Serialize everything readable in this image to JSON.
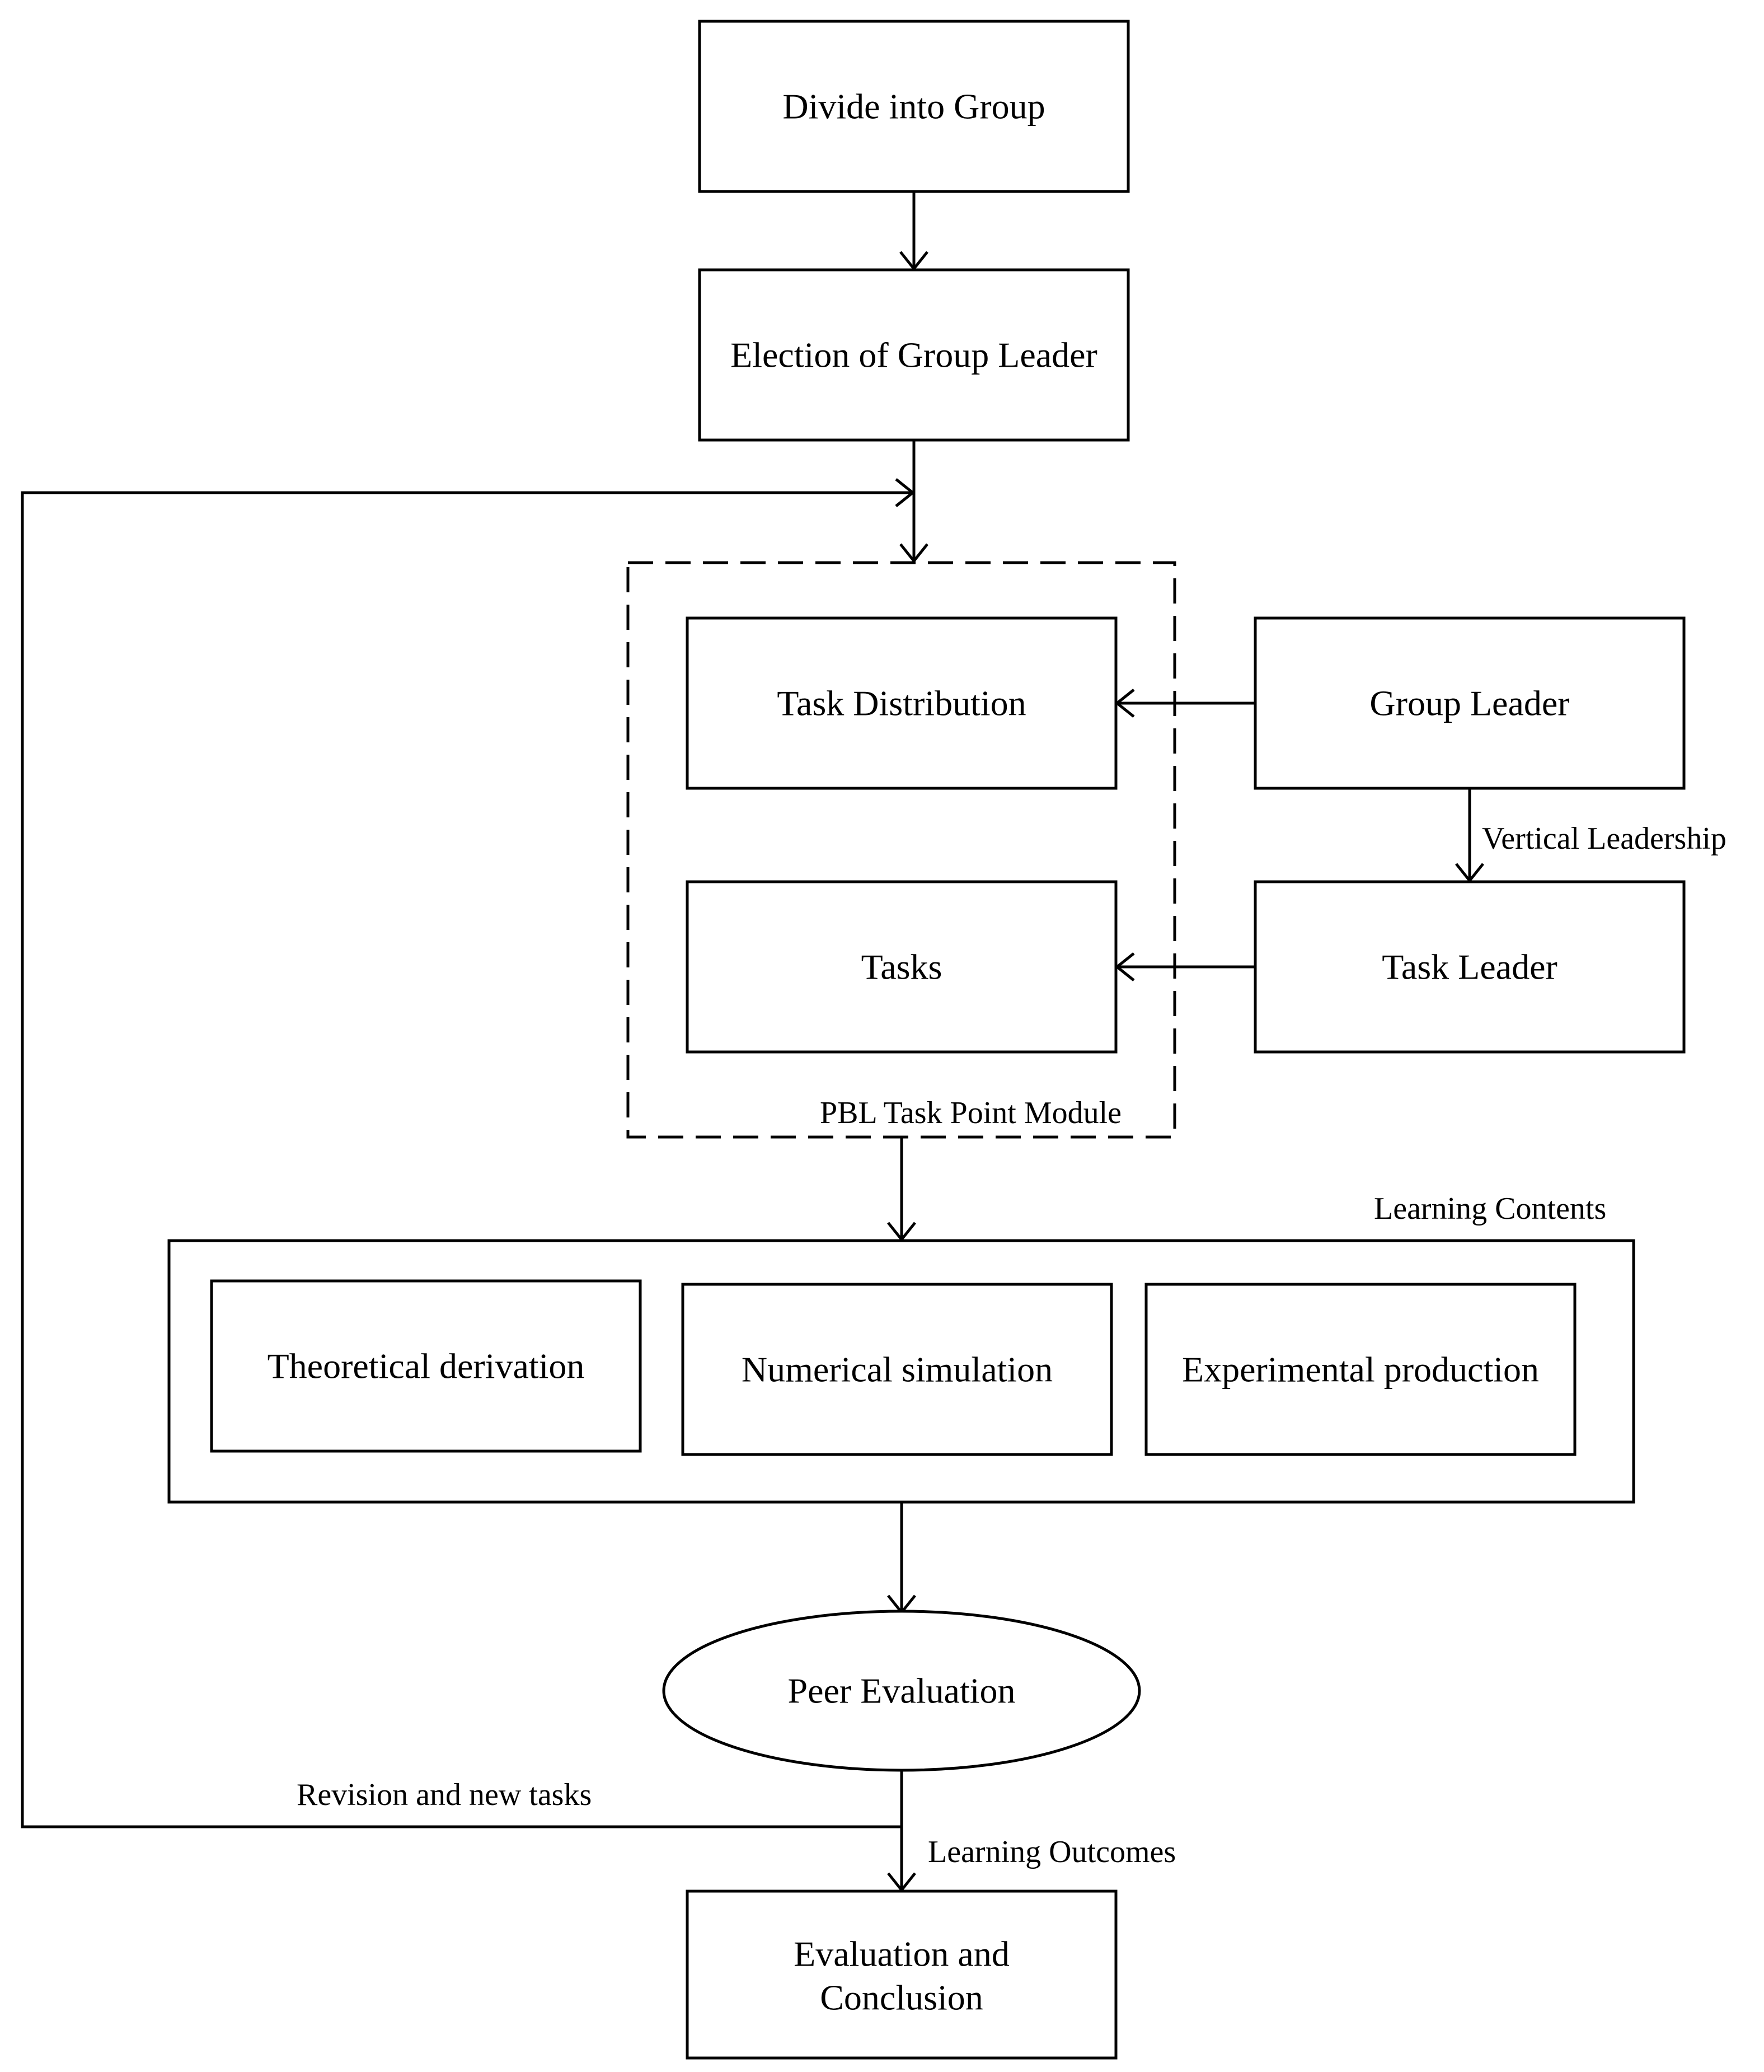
{
  "nodes": {
    "divide_group": "Divide into Group",
    "election": "Election of Group Leader",
    "task_distribution": "Task Distribution",
    "tasks": "Tasks",
    "group_leader": "Group Leader",
    "task_leader": "Task Leader",
    "theoretical": "Theoretical derivation",
    "numerical": "Numerical simulation",
    "experimental": "Experimental production",
    "peer_evaluation": "Peer Evaluation",
    "evaluation_line1": "Evaluation and",
    "evaluation_line2": "Conclusion"
  },
  "groups": {
    "pbl_module": "PBL Task Point Module",
    "learning_contents": "Learning Contents"
  },
  "edges": {
    "vertical_leadership": "Vertical Leadership",
    "revision": "Revision and new tasks",
    "learning_outcomes": "Learning Outcomes"
  }
}
